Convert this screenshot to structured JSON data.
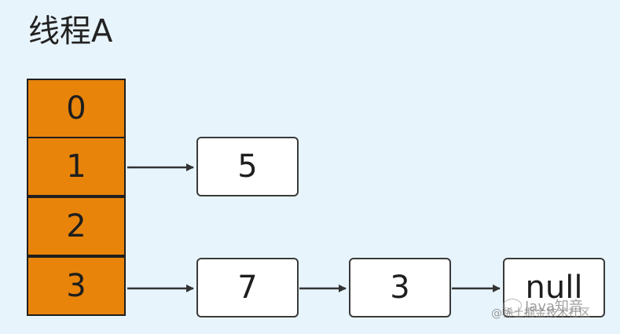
{
  "title": "线程A",
  "array": {
    "cells": [
      {
        "index": "0"
      },
      {
        "index": "1"
      },
      {
        "index": "2"
      },
      {
        "index": "3"
      }
    ],
    "fill_color": "#e8840a"
  },
  "nodes": [
    {
      "label": "5"
    },
    {
      "label": "7"
    },
    {
      "label": "3"
    },
    {
      "label": "null"
    }
  ],
  "watermark": {
    "brand": "Java知音",
    "source": "@稀土掘金技术社区"
  }
}
